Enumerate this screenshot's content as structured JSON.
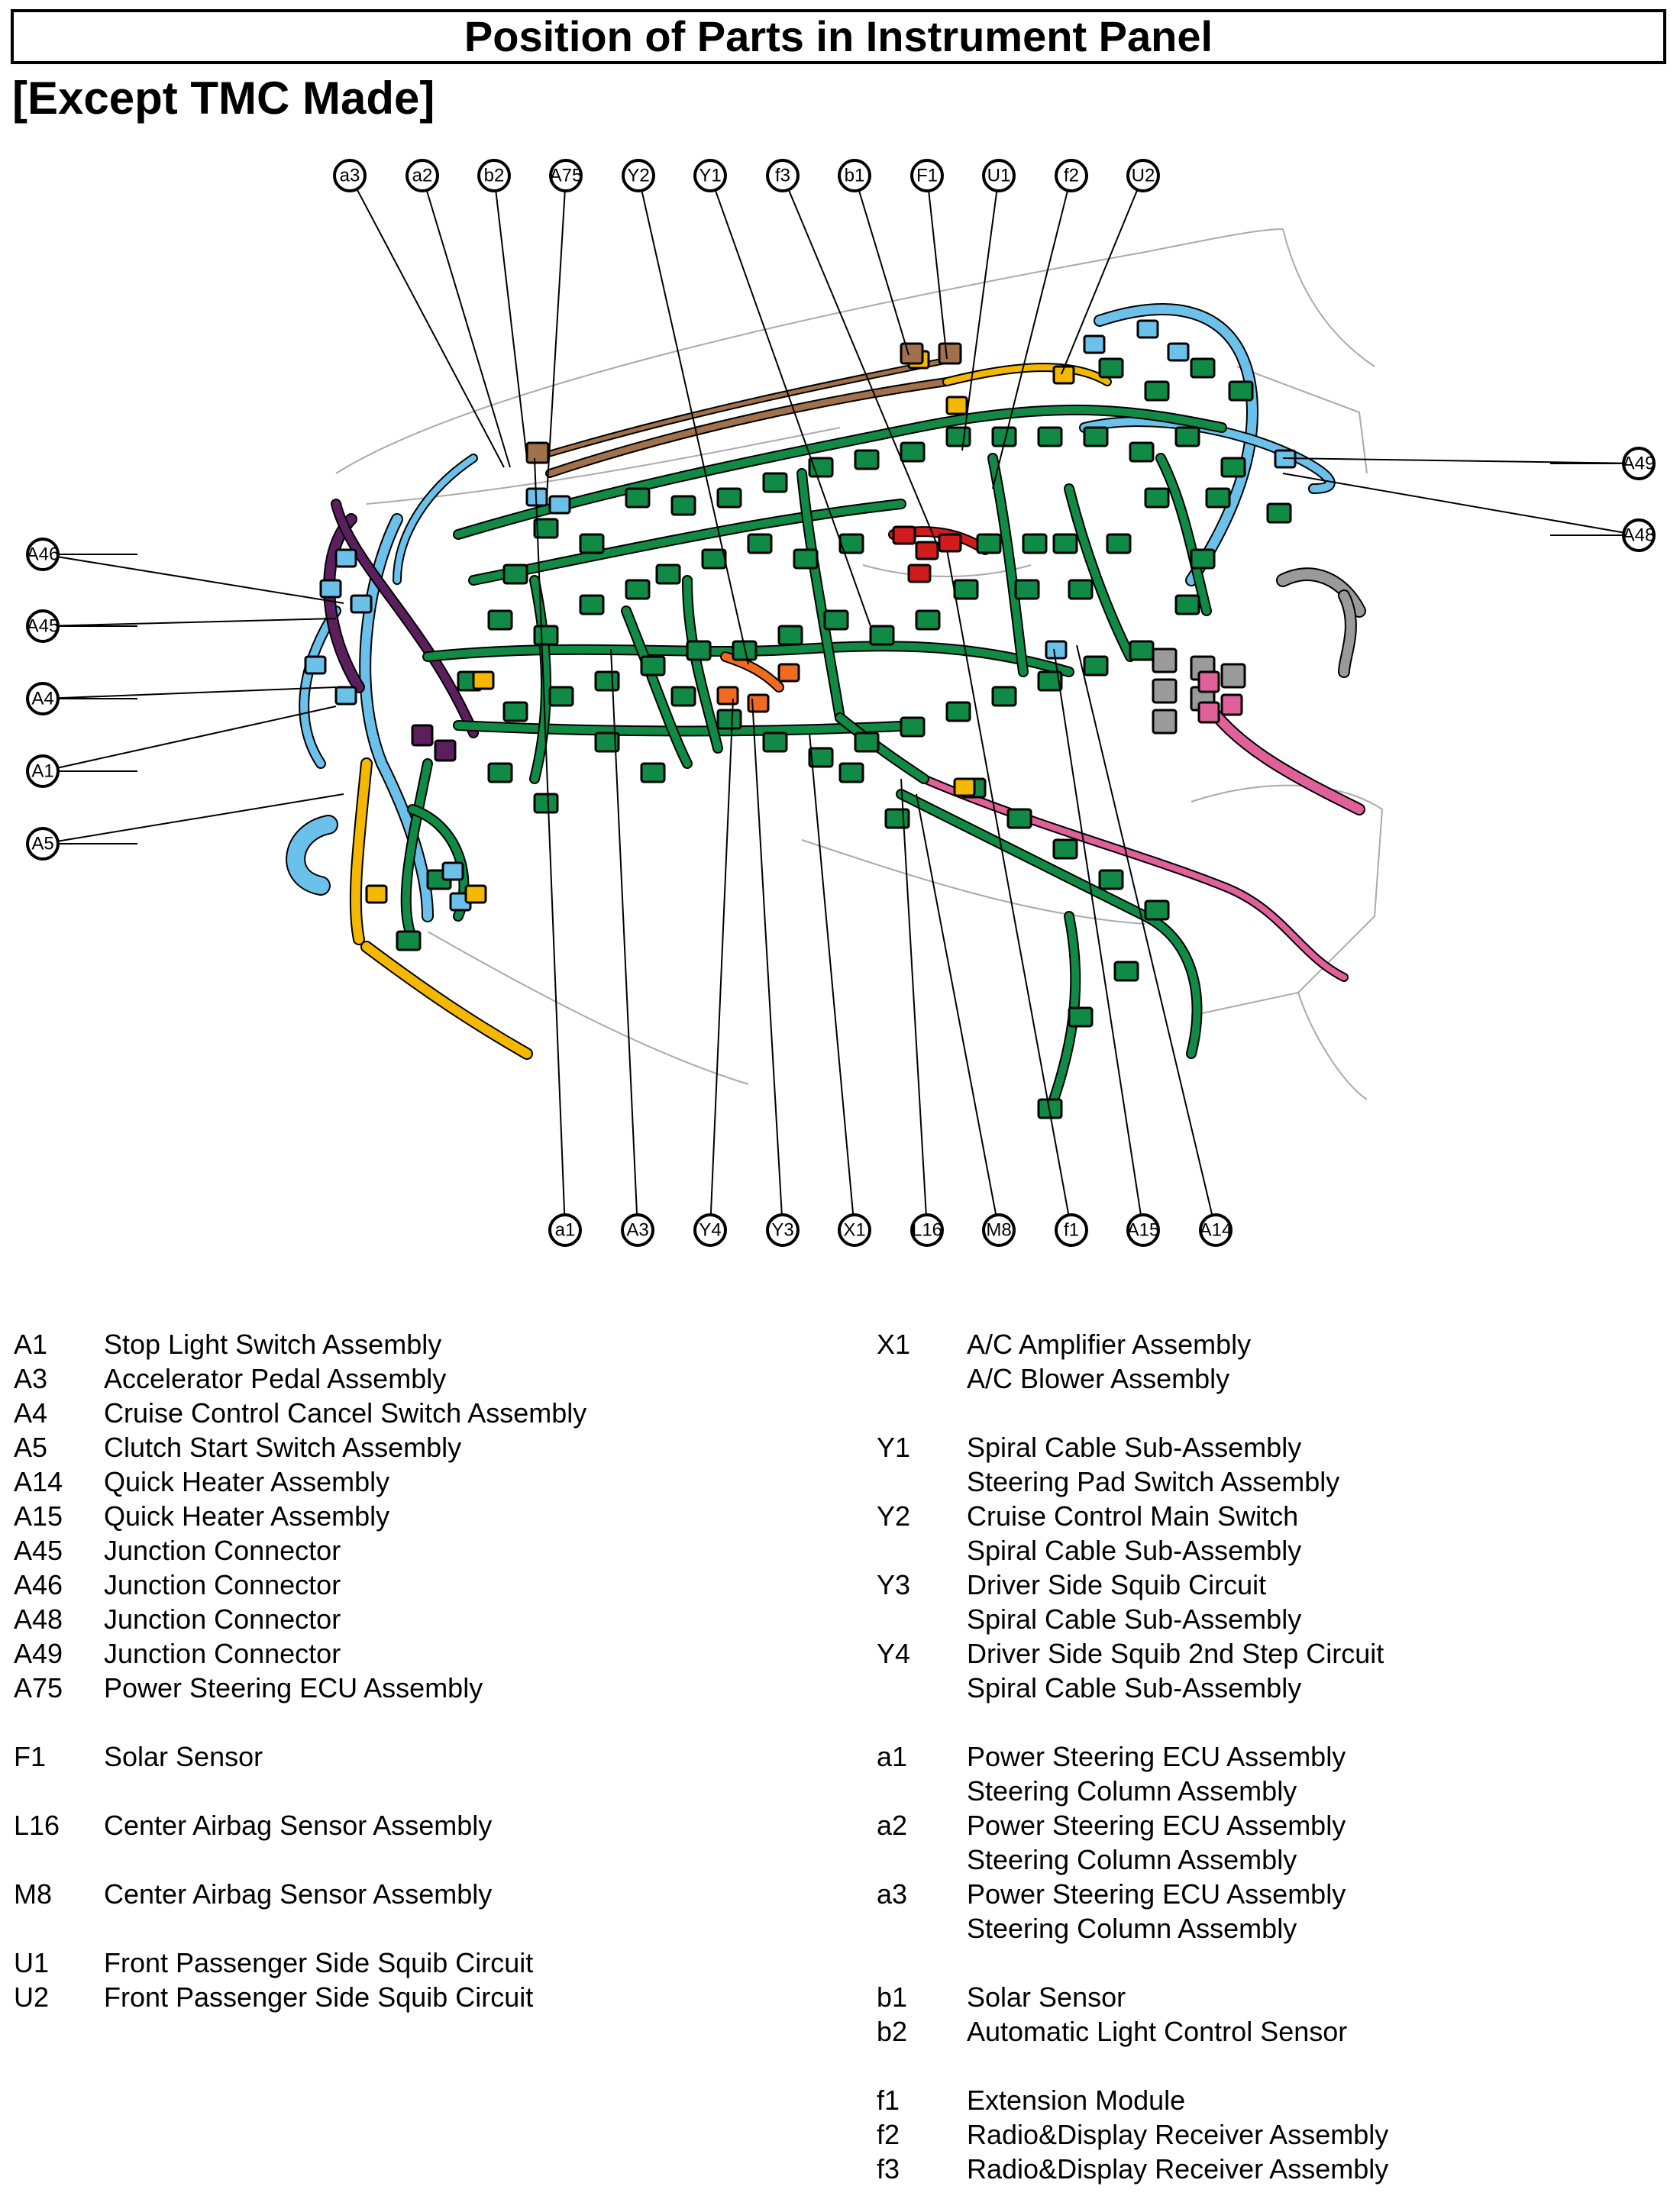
{
  "header": {
    "title": "Position of Parts in Instrument Panel",
    "subtitle": "[Except TMC Made]"
  },
  "callouts": {
    "top": [
      "a3",
      "a2",
      "b2",
      "A75",
      "Y2",
      "Y1",
      "f3",
      "b1",
      "F1",
      "U1",
      "f2",
      "U2"
    ],
    "left": [
      "A46",
      "A45",
      "A4",
      "A1",
      "A5"
    ],
    "right": [
      "A49",
      "A48"
    ],
    "bottom": [
      "a1",
      "A3",
      "Y4",
      "Y3",
      "X1",
      "L16",
      "M8",
      "f1",
      "A15",
      "A14"
    ]
  },
  "wire_colors": {
    "green": "#118a45",
    "blue": "#6cc1ea",
    "yellow": "#f5b800",
    "brown": "#a0714a",
    "purple": "#5c1f5e",
    "pink": "#e0609a",
    "red": "#d01c1c",
    "orange": "#f06a22",
    "gray": "#9a9a9a"
  },
  "legend_left": [
    {
      "code": "A1",
      "name": "Stop Light Switch Assembly"
    },
    {
      "code": "A3",
      "name": "Accelerator Pedal Assembly"
    },
    {
      "code": "A4",
      "name": "Cruise Control Cancel Switch Assembly"
    },
    {
      "code": "A5",
      "name": "Clutch Start Switch Assembly"
    },
    {
      "code": "A14",
      "name": "Quick Heater Assembly"
    },
    {
      "code": "A15",
      "name": "Quick Heater Assembly"
    },
    {
      "code": "A45",
      "name": "Junction Connector"
    },
    {
      "code": "A46",
      "name": "Junction Connector"
    },
    {
      "code": "A48",
      "name": "Junction Connector"
    },
    {
      "code": "A49",
      "name": "Junction Connector"
    },
    {
      "code": "A75",
      "name": "Power Steering ECU Assembly"
    },
    {
      "code": "F1",
      "name": "Solar Sensor"
    },
    {
      "code": "L16",
      "name": "Center Airbag Sensor Assembly"
    },
    {
      "code": "M8",
      "name": "Center Airbag Sensor Assembly"
    },
    {
      "code": "U1",
      "name": "Front Passenger Side Squib Circuit"
    },
    {
      "code": "U2",
      "name": "Front Passenger Side Squib Circuit"
    }
  ],
  "legend_right": [
    {
      "code": "X1",
      "name": "A/C Amplifier Assembly"
    },
    {
      "code": "",
      "name": "A/C Blower Assembly"
    },
    {
      "code": "Y1",
      "name": "Spiral Cable Sub-Assembly"
    },
    {
      "code": "",
      "name": "Steering Pad Switch Assembly"
    },
    {
      "code": "Y2",
      "name": "Cruise Control Main Switch"
    },
    {
      "code": "",
      "name": "Spiral Cable Sub-Assembly"
    },
    {
      "code": "Y3",
      "name": "Driver Side Squib Circuit"
    },
    {
      "code": "",
      "name": "Spiral Cable Sub-Assembly"
    },
    {
      "code": "Y4",
      "name": "Driver Side Squib 2nd Step Circuit"
    },
    {
      "code": "",
      "name": "Spiral Cable Sub-Assembly"
    },
    {
      "code": "a1",
      "name": "Power Steering ECU Assembly"
    },
    {
      "code": "",
      "name": "Steering Column Assembly"
    },
    {
      "code": "a2",
      "name": "Power Steering ECU Assembly"
    },
    {
      "code": "",
      "name": "Steering Column Assembly"
    },
    {
      "code": "a3",
      "name": "Power Steering ECU Assembly"
    },
    {
      "code": "",
      "name": "Steering Column Assembly"
    },
    {
      "code": "b1",
      "name": "Solar Sensor"
    },
    {
      "code": "b2",
      "name": "Automatic Light Control Sensor"
    },
    {
      "code": "f1",
      "name": "Extension Module"
    },
    {
      "code": "f2",
      "name": "Radio&Display Receiver Assembly"
    },
    {
      "code": "f3",
      "name": "Radio&Display Receiver Assembly"
    }
  ]
}
